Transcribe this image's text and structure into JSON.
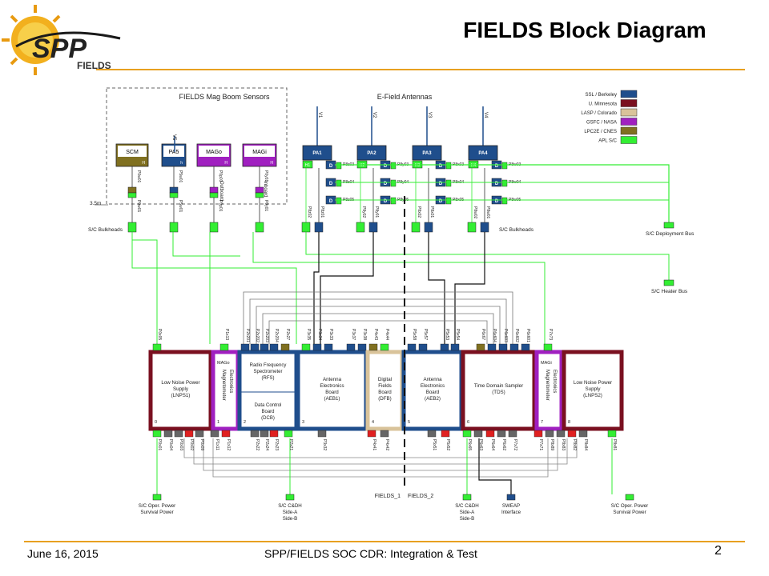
{
  "slide": {
    "title": "FIELDS Block Diagram",
    "footer_date": "June 16, 2015",
    "footer_center": "SPP/FIELDS SOC CDR: Integration & Test",
    "page_number": "2"
  },
  "logo": {
    "big": "SPP",
    "small": "FIELDS"
  },
  "colors": {
    "orange_rule": "#e8a020",
    "ssl_berkeley": "#1f4e8c",
    "u_minnesota": "#7a1020",
    "lasp_colorado": "#d9c39a",
    "gsfc_nasa": "#a020c0",
    "lpc2e_cnes": "#807020",
    "apl_sc": "#33ee33"
  },
  "legend": [
    {
      "label": "SSL / Berkeley",
      "color": "#1f4e8c"
    },
    {
      "label": "U. Minnesota",
      "color": "#7a1020"
    },
    {
      "label": "LASP / Colorado",
      "color": "#d9c39a"
    },
    {
      "label": "GSFC / NASA",
      "color": "#a020c0"
    },
    {
      "label": "LPC2E / CNES",
      "color": "#807020"
    },
    {
      "label": "APL S/C",
      "color": "#33ee33"
    }
  ],
  "diagram": {
    "mag_boom_title": "FIELDS Mag Boom Sensors",
    "efield_title": "E-Field Antennas",
    "boom_length": "3.5m",
    "sc_bulkheads_left": "S/C Bulkheads",
    "sc_bulkheads_right": "S/C Bulkheads",
    "sc_deployment_bus": "S/C Deployment Bus",
    "sc_heater_bus": "S/C Heater Bus",
    "fields_1": "FIELDS_1",
    "fields_2": "FIELDS_2",
    "sensors": [
      {
        "name": "SCM",
        "tag": "H"
      },
      {
        "name": "PA5",
        "tag": "h"
      },
      {
        "name": "MAGo",
        "tag": "H"
      },
      {
        "name": "MAGi",
        "tag": "H"
      }
    ],
    "v5": "V5",
    "outboard": "Outboard",
    "inboard": "Inboard",
    "sensor_connectors": [
      "P0w01",
      "P5w01",
      "P0p01",
      "P0y01"
    ],
    "sensor_bulk_connectors": [
      "P0w01",
      "P5w01",
      "P0p01",
      "P0y01"
    ],
    "antennas": [
      {
        "name": "PA1",
        "v": "V1",
        "h": "H1"
      },
      {
        "name": "PA2",
        "v": "V2",
        "h": "H2"
      },
      {
        "name": "PA3",
        "v": "V3",
        "h": "H3"
      },
      {
        "name": "PA4",
        "v": "V4",
        "h": "H4"
      }
    ],
    "d_label": "D",
    "antenna_side_rows": [
      [
        "P8z03",
        "P8y03",
        "P8x03",
        "P8w03"
      ],
      [
        "P8z04",
        "P8y04",
        "P8x04",
        "P8w04"
      ],
      [
        "P8z05",
        "P8y05",
        "P8x05",
        "P8w05"
      ]
    ],
    "antenna_bottom_connectors": [
      "P8z02",
      "P8z01",
      "P8y02",
      "P8y01",
      "P8x02",
      "P8x01",
      "P8w02",
      "P8w01"
    ],
    "boards": [
      {
        "name": "Low Noise Power Supply (LNPS1)",
        "lines": [
          "Low Noise Power",
          "Supply",
          "(LNPS1)"
        ],
        "slot": "0"
      },
      {
        "name": "Magnetometer Electronics",
        "lines": [
          "Magnetometer",
          "Electronics"
        ],
        "sub": "MAGo",
        "slot": "1"
      },
      {
        "name": "RFS / DCB",
        "lines": [
          "Radio Frequency",
          "Spectrometer",
          "(RFS)"
        ],
        "lines2": [
          "Data Control",
          "Board",
          "(DCB)"
        ],
        "slot": "2"
      },
      {
        "name": "AEB1",
        "lines": [
          "Antenna",
          "Electronics",
          "Board",
          "(AEB1)"
        ],
        "slot": "3"
      },
      {
        "name": "DFB",
        "lines": [
          "Digital",
          "Fields",
          "Board",
          "(DFB)"
        ],
        "slot": "4"
      },
      {
        "name": "AEB2",
        "lines": [
          "Antenna",
          "Electronics",
          "Board",
          "(AEB2)"
        ],
        "slot": "5"
      },
      {
        "name": "TDS",
        "lines": [
          "Time Domain Sampler",
          "(TDS)"
        ],
        "slot": "6"
      },
      {
        "name": "Magnetometer Electronics",
        "lines": [
          "Magnetometer",
          "Electronics"
        ],
        "sub": "MAGi",
        "slot": "7"
      },
      {
        "name": "Low Noise Power Supply (LNPS2)",
        "lines": [
          "Low Noise Power",
          "Supply",
          "(LNPS2)"
        ],
        "slot": "8"
      }
    ],
    "top_connectors": [
      "P0x05",
      "P1x13",
      "P2x201",
      "P2x202",
      "P2x203",
      "P2x204",
      "P2x27",
      "P3x35",
      "P3x34",
      "P3x33",
      "P3x37",
      "P3x38",
      "P4x43",
      "P4x44",
      "P5x58",
      "P5x57",
      "P5x53",
      "P5x54",
      "P6x67",
      "P6x604",
      "P6x603",
      "P6x602",
      "P6x601",
      "P7x73"
    ],
    "bottom_connectors": [
      "P0x01",
      "P0x04",
      "P0x03",
      "P0x02",
      "P0x09",
      "P1x11",
      "P1x12",
      "P2x22",
      "P2x24",
      "P2x23",
      "P2x21",
      "P3x32",
      "P4x41",
      "P4x42",
      "P5x51",
      "P5x52",
      "P6x65",
      "P6x63",
      "P6x64",
      "P6x62",
      "P7x72",
      "P7x71",
      "P8x89",
      "P8x83",
      "P8x82",
      "P8x84",
      "P8x81"
    ],
    "bottom_labels": [
      {
        "lines": [
          "S/C Oper. Power",
          "Survival Power"
        ]
      },
      {
        "lines": [
          "S/C C&DH",
          "Side-A",
          "Side-B"
        ]
      },
      {
        "lines": [
          "S/C C&DH",
          "Side-A",
          "Side-B"
        ]
      },
      {
        "lines": [
          "SWEAP",
          "Interface"
        ]
      },
      {
        "lines": [
          "S/C Oper. Power",
          "Survival Power"
        ]
      }
    ]
  }
}
